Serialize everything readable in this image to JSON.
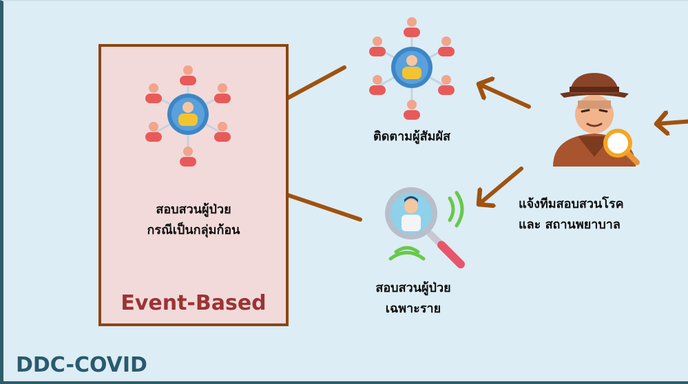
{
  "event_box": {
    "title": "Event-Based"
  },
  "labels": {
    "cluster": "สอบสวนผู้ป่วย\nกรณีเป็นกลุ่มก้อน",
    "contact_tracing": "ติดตามผู้สัมผัส",
    "individual": "สอบสวนผู้ป่วย\nเฉพาะราย",
    "notify": "แจ้งทีมสอบสวนโรค\nและ สถานพยาบาล"
  },
  "brand": "DDC-COVID",
  "icons": {
    "cluster": "contact-network-icon",
    "contacts": "contact-network-icon",
    "individual": "patient-magnifier-icon",
    "investigator": "detective-icon"
  },
  "colors": {
    "background": "#dcedf5",
    "border": "#2f5d6b",
    "arrow": "#a0520f",
    "box_fill": "#f2dada",
    "box_border": "#8b4513",
    "title": "#9b3434"
  }
}
